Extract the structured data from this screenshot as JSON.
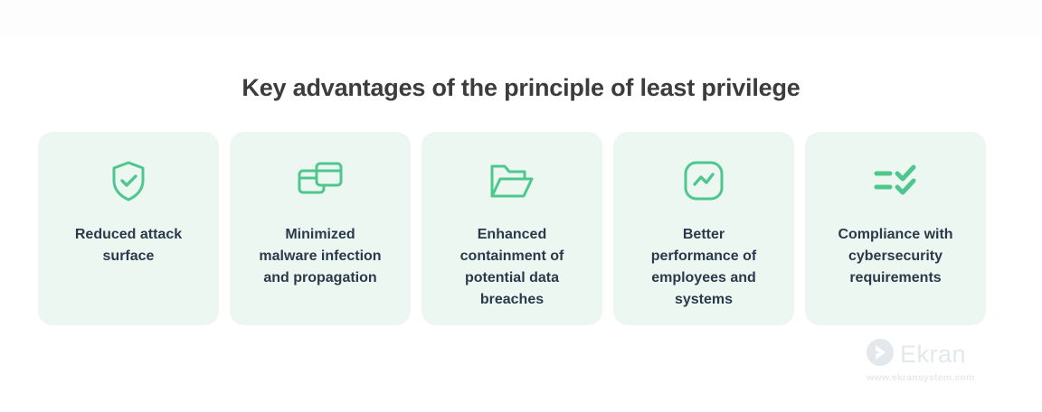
{
  "page": {
    "title": "Key advantages of the principle of least privilege",
    "background_color": "#ffffff",
    "accent_color": "#4ec78f",
    "card_background_color": "#edf7f2",
    "card_text_color": "#2b3a4a",
    "title_color": "#3c3c3c"
  },
  "cards": [
    {
      "icon": "shield-check-icon",
      "label": "Reduced attack\nsurface"
    },
    {
      "icon": "windows-stack-icon",
      "label": "Minimized\nmalware infection\nand propagation"
    },
    {
      "icon": "open-folder-icon",
      "label": "Enhanced\ncontainment of\npotential data\nbreaches"
    },
    {
      "icon": "performance-chart-icon",
      "label": "Better\nperformance of\nemployees and\nsystems"
    },
    {
      "icon": "checklist-icon",
      "label": "Compliance with\ncybersecurity\nrequirements"
    }
  ],
  "watermark": {
    "logo_icon": "ekran-chevron-logo-icon",
    "brand": "Ekran",
    "url": "www.ekransystem.com",
    "color": "#e2e8ec"
  }
}
